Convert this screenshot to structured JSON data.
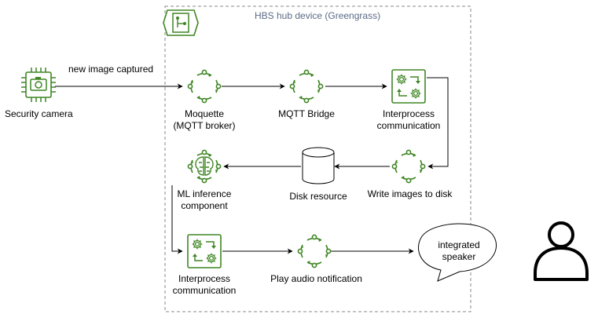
{
  "group": {
    "title": "HBS hub device (Greengrass)"
  },
  "camera": {
    "label": "Security camera"
  },
  "edge_label": "new image captured",
  "moquette": {
    "line1": "Moquette",
    "line2": "(MQTT broker)"
  },
  "bridge": {
    "label": "MQTT Bridge"
  },
  "ipc_top": {
    "line1": "Interprocess",
    "line2": "communication"
  },
  "write": {
    "label": "Write images to disk"
  },
  "disk": {
    "label": "Disk resource"
  },
  "ml": {
    "line1": "ML inference",
    "line2": "component"
  },
  "ipc_bottom": {
    "line1": "Interprocess",
    "line2": "communication"
  },
  "audio": {
    "label": "Play audio notification"
  },
  "speaker": {
    "line1": "integrated",
    "line2": "speaker"
  },
  "colors": {
    "icon_green": "#3F8624",
    "line": "#000000",
    "group_border": "#888888"
  },
  "icons": [
    "chip-camera-icon",
    "greengrass-group-icon",
    "lambda-cycle-icon",
    "ipc-gears-icon",
    "ml-brain-icon",
    "disk-cylinder-icon",
    "speech-bubble",
    "person-icon"
  ]
}
